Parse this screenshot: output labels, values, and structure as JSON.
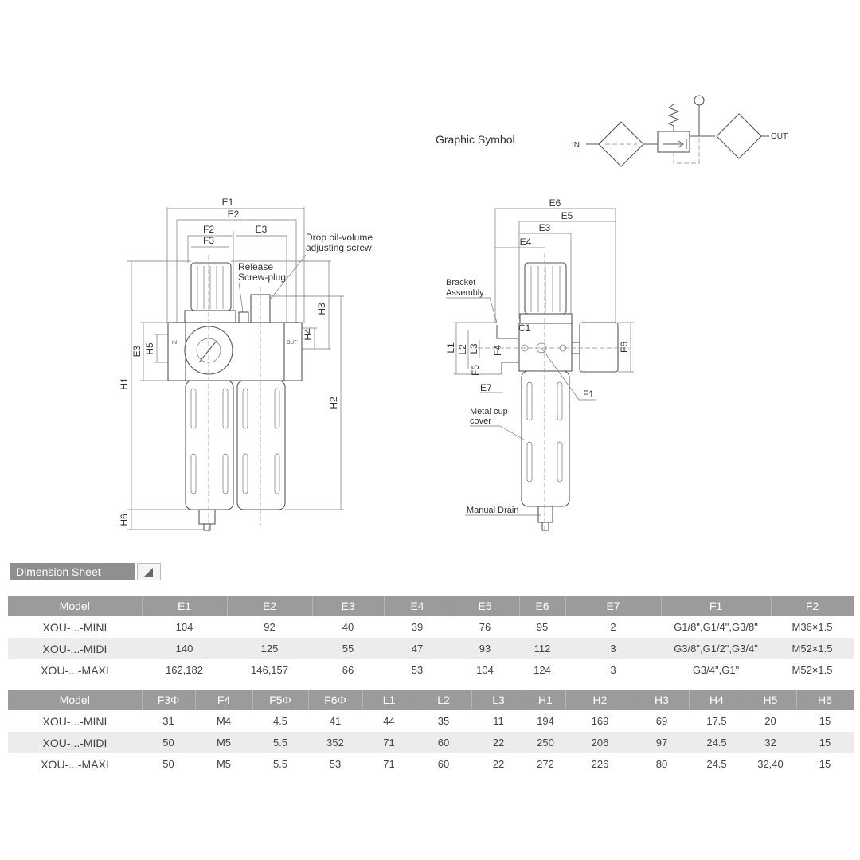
{
  "symbol": {
    "title": "Graphic Symbol",
    "in_label": "IN",
    "out_label": "OUT"
  },
  "front_view": {
    "dims": {
      "E1": "E1",
      "E2": "E2",
      "F2": "F2",
      "F3": "F3",
      "E3": "E3",
      "H1": "H1",
      "H2": "H2",
      "H3": "H3",
      "H4": "H4",
      "H5": "H5",
      "E3v": "E3",
      "H6": "H6"
    },
    "callouts": {
      "drop_oil_1": "Drop oil-volume",
      "drop_oil_2": "adjusting screw",
      "release_1": "Release",
      "release_2": "Screw-plug"
    },
    "port_in": "IN",
    "port_out": "OUT"
  },
  "side_view": {
    "dims": {
      "E6": "E6",
      "E5": "E5",
      "E3": "E3",
      "E4": "E4",
      "C1": "C1",
      "L1": "L1",
      "L2": "L2",
      "L3": "L3",
      "F4": "F4",
      "F5": "F5",
      "E7": "E7",
      "F6": "F6",
      "F1": "F1"
    },
    "callouts": {
      "bracket_1": "Bracket",
      "bracket_2": "Assembly",
      "metal_1": "Metal cup",
      "metal_2": "cover",
      "drain": "Manual Drain"
    }
  },
  "dimension_sheet_label": "Dimension Sheet",
  "table1": {
    "headers": [
      "Model",
      "E1",
      "E2",
      "E3",
      "E4",
      "E5",
      "E6",
      "E7",
      "F1",
      "F2"
    ],
    "rows": [
      [
        "XOU-...-MINI",
        "104",
        "92",
        "40",
        "39",
        "76",
        "95",
        "2",
        "G1/8\",G1/4\",G3/8\"",
        "M36×1.5"
      ],
      [
        "XOU-...-MIDI",
        "140",
        "125",
        "55",
        "47",
        "93",
        "112",
        "3",
        "G3/8\",G1/2\",G3/4\"",
        "M52×1.5"
      ],
      [
        "XOU-...-MAXI",
        "162,182",
        "146,157",
        "66",
        "53",
        "104",
        "124",
        "3",
        "G3/4\",G1\"",
        "M52×1.5"
      ]
    ]
  },
  "table2": {
    "headers": [
      "Model",
      "F3Φ",
      "F4",
      "F5Φ",
      "F6Φ",
      "L1",
      "L2",
      "L3",
      "H1",
      "H2",
      "H3",
      "H4",
      "H5",
      "H6"
    ],
    "rows": [
      [
        "XOU-...-MINI",
        "31",
        "M4",
        "4.5",
        "41",
        "44",
        "35",
        "11",
        "194",
        "169",
        "69",
        "17.5",
        "20",
        "15"
      ],
      [
        "XOU-...-MIDI",
        "50",
        "M5",
        "5.5",
        "352",
        "71",
        "60",
        "22",
        "250",
        "206",
        "97",
        "24.5",
        "32",
        "15"
      ],
      [
        "XOU-...-MAXI",
        "50",
        "M5",
        "5.5",
        "53",
        "71",
        "60",
        "22",
        "272",
        "226",
        "80",
        "24.5",
        "32,40",
        "15"
      ]
    ]
  }
}
